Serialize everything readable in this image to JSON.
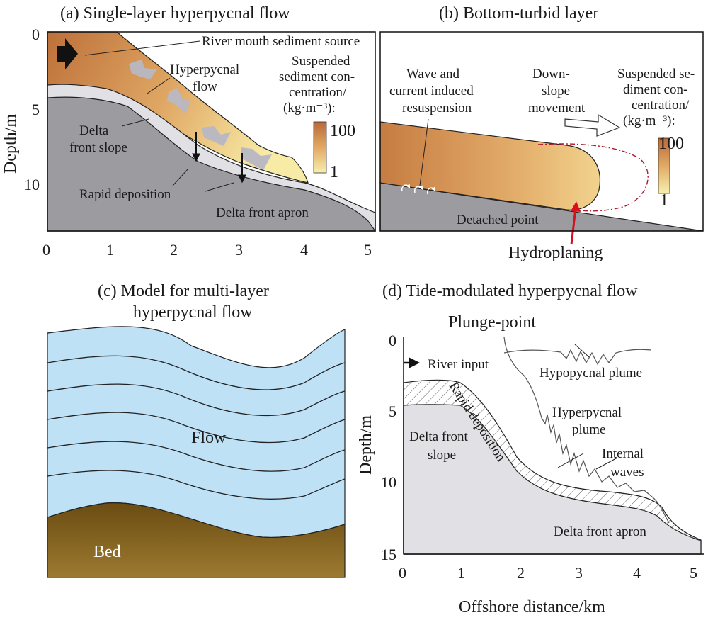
{
  "panel_a": {
    "title": "(a) Single-layer hyperpycnal flow",
    "y_axis_label": "Depth/m",
    "y_ticks": [
      "0",
      "5",
      "10"
    ],
    "x_ticks": [
      "0",
      "1",
      "2",
      "3",
      "4",
      "5"
    ],
    "labels": {
      "river_mouth": "River mouth sediment source",
      "hyperpycnal_1": "Hyperpycnal",
      "hyperpycnal_2": "flow",
      "delta_front_1": "Delta",
      "delta_front_2": "front slope",
      "rapid_deposition": "Rapid deposition",
      "delta_apron": "Delta front apron"
    },
    "colorbar": {
      "title_lines": [
        "Suspended",
        "sediment con-",
        "centration/",
        "(kg·m⁻³):"
      ],
      "max": "100",
      "min": "1"
    }
  },
  "panel_b": {
    "title": "(b) Bottom-turbid layer",
    "labels": {
      "wave_1": "Wave and",
      "wave_2": "current induced",
      "wave_3": "resuspension",
      "down_1": "Down-",
      "down_2": "slope",
      "down_3": "movement",
      "detached": "Detached point",
      "hydroplaning": "Hydroplaning"
    },
    "colorbar": {
      "title_lines": [
        "Suspended se-",
        "diment con-",
        "centration/",
        "(kg·m⁻³):"
      ],
      "max": "100",
      "min": "1"
    }
  },
  "panel_c": {
    "title_line1": "(c) Model for multi-layer",
    "title_line2": "hyperpycnal flow",
    "flow_label": "Flow",
    "bed_label": "Bed"
  },
  "panel_d": {
    "title": "(d) Tide-modulated hyperpycnal flow",
    "plunge_point": "Plunge-point",
    "y_axis_label": "Depth/m",
    "x_axis_label": "Offshore distance/km",
    "y_ticks": [
      "0",
      "5",
      "10",
      "15"
    ],
    "x_ticks": [
      "0",
      "1",
      "2",
      "3",
      "4",
      "5"
    ],
    "labels": {
      "river_input": "River input",
      "hypopycnal": "Hypopycnal plume",
      "rapid_deposition": "Rapid deposition",
      "hyper_1": "Hyperpycnal",
      "hyper_2": "plume",
      "internal_1": "Internal",
      "internal_2": "waves",
      "delta_front_1": "Delta front",
      "delta_front_2": "slope",
      "delta_apron": "Delta front apron"
    }
  },
  "colors": {
    "sediment_dark": "#c1773d",
    "sediment_light": "#f6e7a0",
    "bed_gray": "#9b9a9f",
    "deposit_gray": "#e1e0e4",
    "water_blue": "#bfe1f6",
    "bed_brown": "#7a5a1a",
    "hydro_red": "#d8101c"
  }
}
